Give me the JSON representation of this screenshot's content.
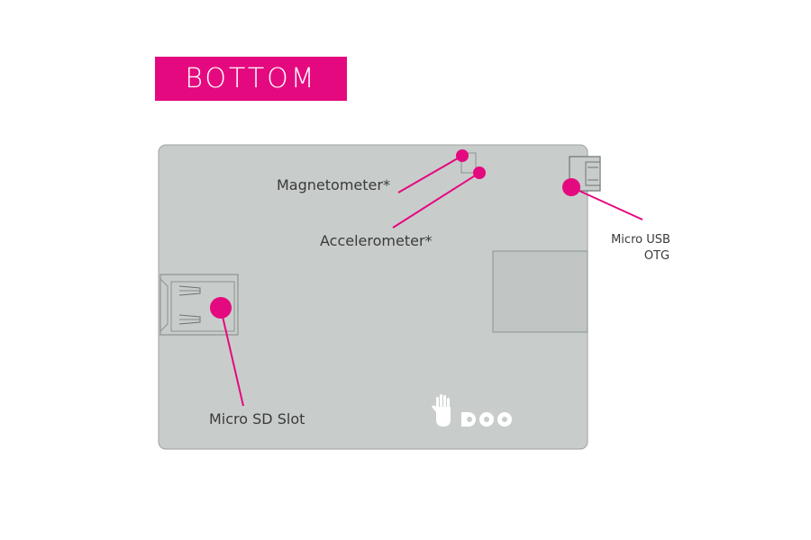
{
  "title": "BOTTOM",
  "brand": {
    "logo_text": "UDOO",
    "logo_icon": "hand-icon"
  },
  "labels": {
    "magnetometer": "Magnetometer*",
    "accelerometer": "Accelerometer*",
    "micro_usb_line1": "Micro USB",
    "micro_usb_line2": "OTG",
    "micro_sd": "Micro SD Slot"
  },
  "colors": {
    "accent": "#e5097f",
    "board": "#c8cdcb",
    "board_outline": "#9ea3a1",
    "chip": "#c1c6c4"
  }
}
